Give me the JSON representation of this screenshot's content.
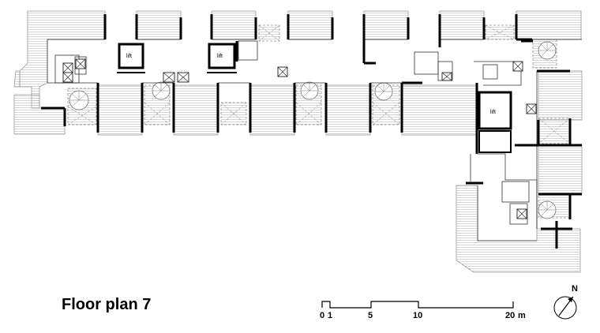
{
  "title": "Floor plan 7",
  "lift_label": "lift",
  "scale": {
    "ticks": [
      "0",
      "1",
      "5",
      "10",
      "20"
    ],
    "unit": "m"
  },
  "north": {
    "label": "N"
  }
}
